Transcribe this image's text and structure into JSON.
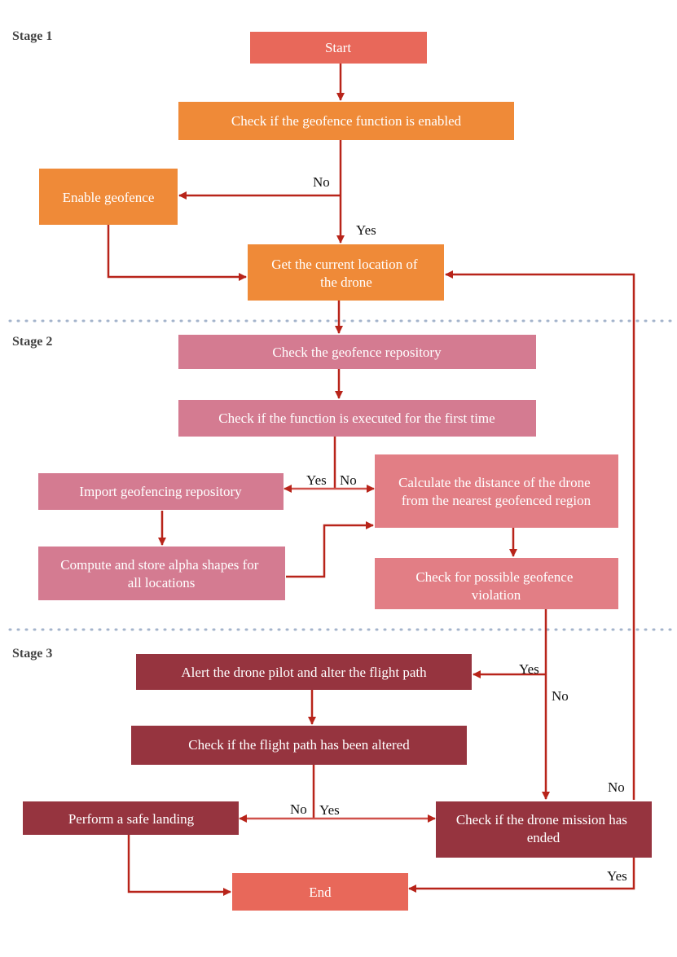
{
  "colors": {
    "start_end": "#e8685a",
    "stage1_box": "#ef8a38",
    "stage2_box": "#d47b91",
    "stage2_calc_box": "#e27e85",
    "stage3_box": "#96343f",
    "arrow": "#b8241a",
    "separator": "#a4b4cc"
  },
  "stages": {
    "stage1": "Stage 1",
    "stage2": "Stage 2",
    "stage3": "Stage 3"
  },
  "nodes": {
    "start": "Start",
    "check_enabled": "Check if the geofence function is enabled",
    "enable_geofence": "Enable geofence",
    "get_location": [
      "Get the current location of",
      "the drone"
    ],
    "check_repository": "Check the geofence repository",
    "check_first_time": "Check if the function is executed for the first time",
    "import_repository": "Import geofencing repository",
    "compute_alpha": [
      "Compute and store alpha shapes for",
      "all locations"
    ],
    "calculate_distance": [
      "Calculate the distance of the drone",
      "from the nearest geofenced region"
    ],
    "check_violation": [
      "Check for possible geofence",
      "violation"
    ],
    "alert_pilot": "Alert the drone pilot and alter the flight path",
    "check_altered": "Check if the flight path has been altered",
    "safe_landing": "Perform a safe landing",
    "mission_ended": [
      "Check if the drone mission has",
      "ended"
    ],
    "end": "End"
  },
  "edge_labels": {
    "enabled_no": "No",
    "enabled_yes": "Yes",
    "first_time_yes": "Yes",
    "first_time_no": "No",
    "violation_yes": "Yes",
    "violation_no": "No",
    "altered_no": "No",
    "altered_yes": "Yes",
    "mission_no": "No",
    "mission_yes": "Yes"
  }
}
